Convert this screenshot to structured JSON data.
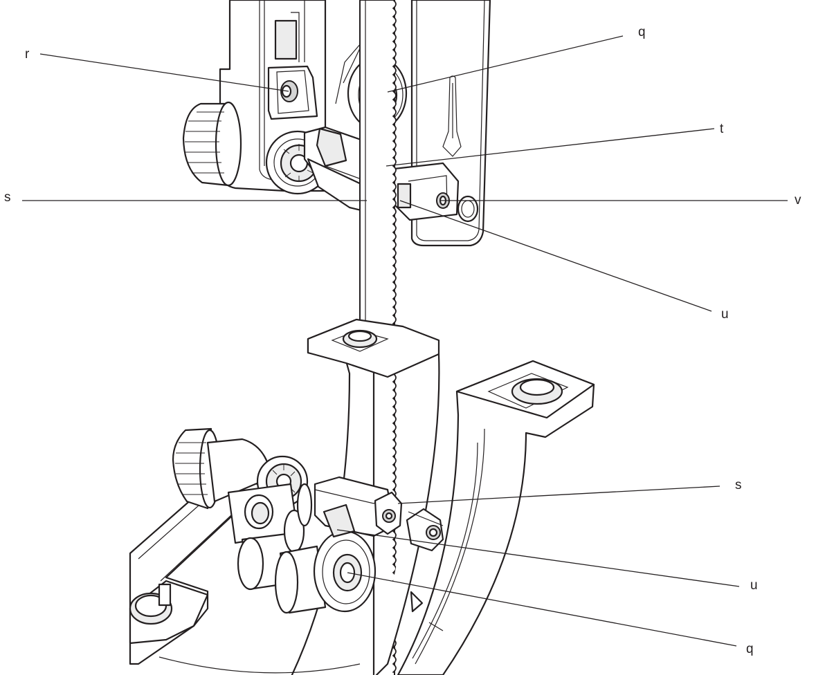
{
  "callouts": [
    {
      "id": "q-upper",
      "letter": "q"
    },
    {
      "id": "r",
      "letter": "r"
    },
    {
      "id": "t",
      "letter": "t"
    },
    {
      "id": "s-upper",
      "letter": "s"
    },
    {
      "id": "v",
      "letter": "v"
    },
    {
      "id": "u-upper",
      "letter": "u"
    },
    {
      "id": "s-lower",
      "letter": "s"
    },
    {
      "id": "u-lower",
      "letter": "u"
    },
    {
      "id": "q-lower",
      "letter": "q"
    }
  ],
  "colors": {
    "line": "#231f20",
    "background": "#ffffff",
    "shade": "#ececec"
  }
}
